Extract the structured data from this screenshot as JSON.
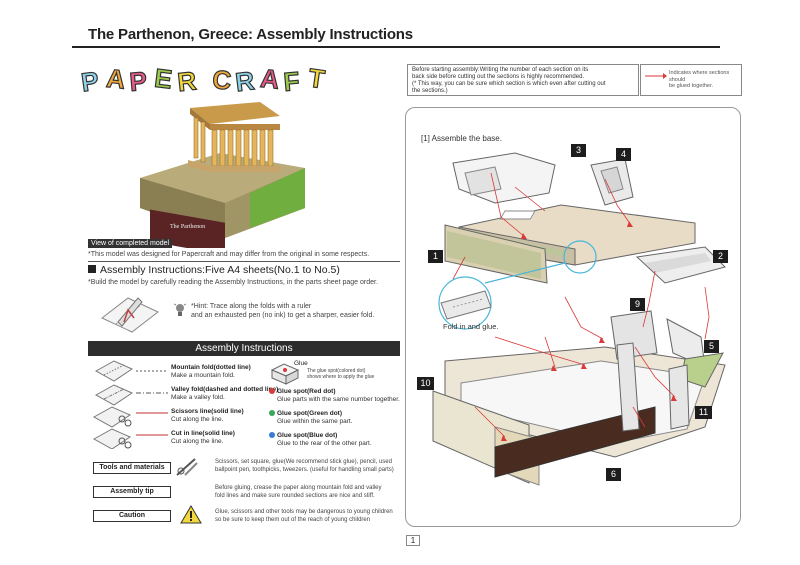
{
  "header": {
    "title": "The Parthenon, Greece: Assembly Instructions"
  },
  "logo": {
    "text": "PAPER CRAFT"
  },
  "model": {
    "plaque": "The Parthenon",
    "caption": "View of completed model",
    "note": "*This model was designed for Papercraft and may differ from the original in some respects."
  },
  "instructions": {
    "heading": "Assembly Instructions:Five A4 sheets(No.1 to No.5)",
    "note": "*Build the model by carefully reading the Assembly Instructions, in the parts sheet page order.",
    "hint_line1": "*Hint: Trace along the folds with a ruler",
    "hint_line2": "and an exhausted pen (no ink) to get a sharper, easier fold."
  },
  "assembly": {
    "bar": "Assembly Instructions",
    "mountain_title": "Mountain fold(dotted line)",
    "mountain_desc": "Make a mountain fold.",
    "valley_title": "Valley fold(dashed and dotted line)",
    "valley_desc": "Make a valley fold.",
    "scissors_title": "Scissors line(solid line)",
    "scissors_desc": "Cut along the line.",
    "cut_title": "Cut in line(solid line)",
    "cut_desc": "Cut along the line.",
    "glue_label": "Glue",
    "glue_spot_desc_1": "The glue spot(colored dot)",
    "glue_spot_desc_2": "shows where to apply the glue",
    "red_title": "Glue spot(Red dot)",
    "red_desc": "Glue parts with the same number together.",
    "green_title": "Glue spot(Green dot)",
    "green_desc": "Glue within the same part.",
    "blue_title": "Glue spot(Blue dot)",
    "blue_desc": "Glue to the rear of the other part.",
    "tools_tag": "Tools and materials",
    "tools_desc_1": "Scissors, set square, glue(We recommend stick glue), pencil, used",
    "tools_desc_2": "ballpoint pen, toothpicks, tweezers. (useful for handling small parts)",
    "tip_tag": "Assembly tip",
    "tip_desc_1": "Before gluing, crease the paper along mountain fold and valley",
    "tip_desc_2": "fold lines and make sure rounded sections are nice and stiff.",
    "caution_tag": "Caution",
    "caution_desc_1": "Glue, scissors and other tools may be dangerous to young children",
    "caution_desc_2": "so be sure to keep them out of the reach of young children"
  },
  "top_note": {
    "line1": "Before starting assembly:Writing the number of each section on its",
    "line2": "back side before cutting out the sections is highly recommended.",
    "line3": "(* This way, you can be sure which section is which even after cutting out",
    "line4": "the sections.)"
  },
  "legend": {
    "line1": "Indicates where sections should",
    "line2": "be glued together."
  },
  "diagram": {
    "step": "[1] Assemble the base.",
    "fold_note": "Fold in and glue.",
    "parts": [
      "3",
      "4",
      "1",
      "2",
      "9",
      "5",
      "10",
      "11",
      "6"
    ]
  },
  "footer": {
    "page": "1"
  },
  "colors": {
    "accent_red": "#d93a3a",
    "glue_green": "#3aa65a",
    "glue_blue": "#3a7bd5",
    "callout_cyan": "#4ab6d8"
  }
}
